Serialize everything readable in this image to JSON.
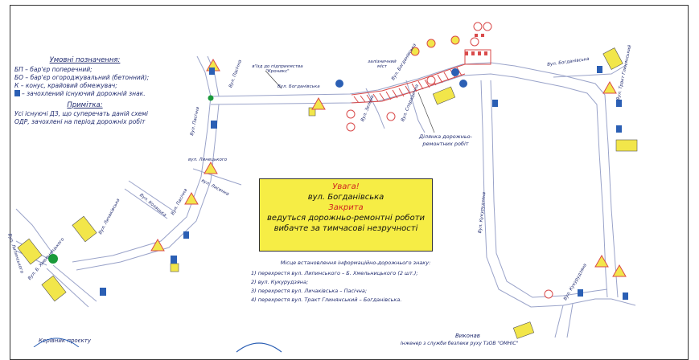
{
  "legend": {
    "heading": "Умовні позначення:",
    "items": [
      "БП – бар'єр поперечний;",
      "БО – бар'єр огороджувальний (бетонний);",
      "К – конус, крайовий обмежувач;"
    ],
    "covered_sign": "– зачохлений існуючий дорожній знак.",
    "note_heading": "Примітка:",
    "note_text": "Усі існуючі ДЗ, що суперечать даній схемі ОДР, зачохлені на період дорожніх робіт"
  },
  "notice": {
    "line1": "Увага!",
    "line2": "вул. Богданівська",
    "line3": "Закрита",
    "line4": "ведуться дорожньо-ремонтні роботи",
    "line5": "вибачте за  тимчасові незручності"
  },
  "sign_sites": {
    "heading": "Місце встановлення інформаційно-дорожнього знаку:",
    "items": [
      "1) перехрестя вул. Липинського – Б. Хмельницького (2 шт.);",
      "2) вул. Кукурудзяна;",
      "3) перехрестя вул. Личаківська – Пасічна;",
      "4) перехрестя вул. Тракт Глинянський – Богданівська."
    ]
  },
  "map_labels": {
    "bogdanivska_top": "Вул. Богданівська",
    "entrance": "в'їзд до підприємства \"Кроникс\"",
    "bridge": "залізничний міст",
    "bogdanivska_mid": "Вул. Богданівська",
    "zelena": "Вул. Зелена",
    "sporadychna": "Вул. Спорадична",
    "pasichna_top": "Вул. Пасічна",
    "pasichna_left": "Вул. Пасічна",
    "pasichna_low": "Вул. Пасічна",
    "lychakivska": "Вул. Личаківська",
    "bogdanivska_right": "Вул. Богданівська",
    "glynyansky_trakt": "Вул. Тракт Глинянський",
    "kukurudzyana": "Вул. Кукурудзяна",
    "kukurudzyana_right": "Вул. Кукурудзяна",
    "lypynskogo": "Вул. Липинського",
    "khmelnytskogo": "Вул. Б. Хмельницького",
    "lyn": "вул. Линецького",
    "kozatska": "Вул. Козацька",
    "lysenka": "вул. Лисенка",
    "site_label": "Ділянка дорожньо-ремонтних робіт"
  },
  "footer": {
    "left": "Керівник проєкту",
    "right_1": "Виконав",
    "right_2": "Інженер з служби безпеки руху ТзОВ \"ОМНІС\""
  },
  "colors": {
    "road": "#9aa3c9",
    "works": "#d94a4a",
    "sign_yellow": "#f2e64a",
    "sign_blue": "#2b5fb4",
    "roundabout": "#1a9a3a",
    "ink": "#1f2a6e"
  }
}
